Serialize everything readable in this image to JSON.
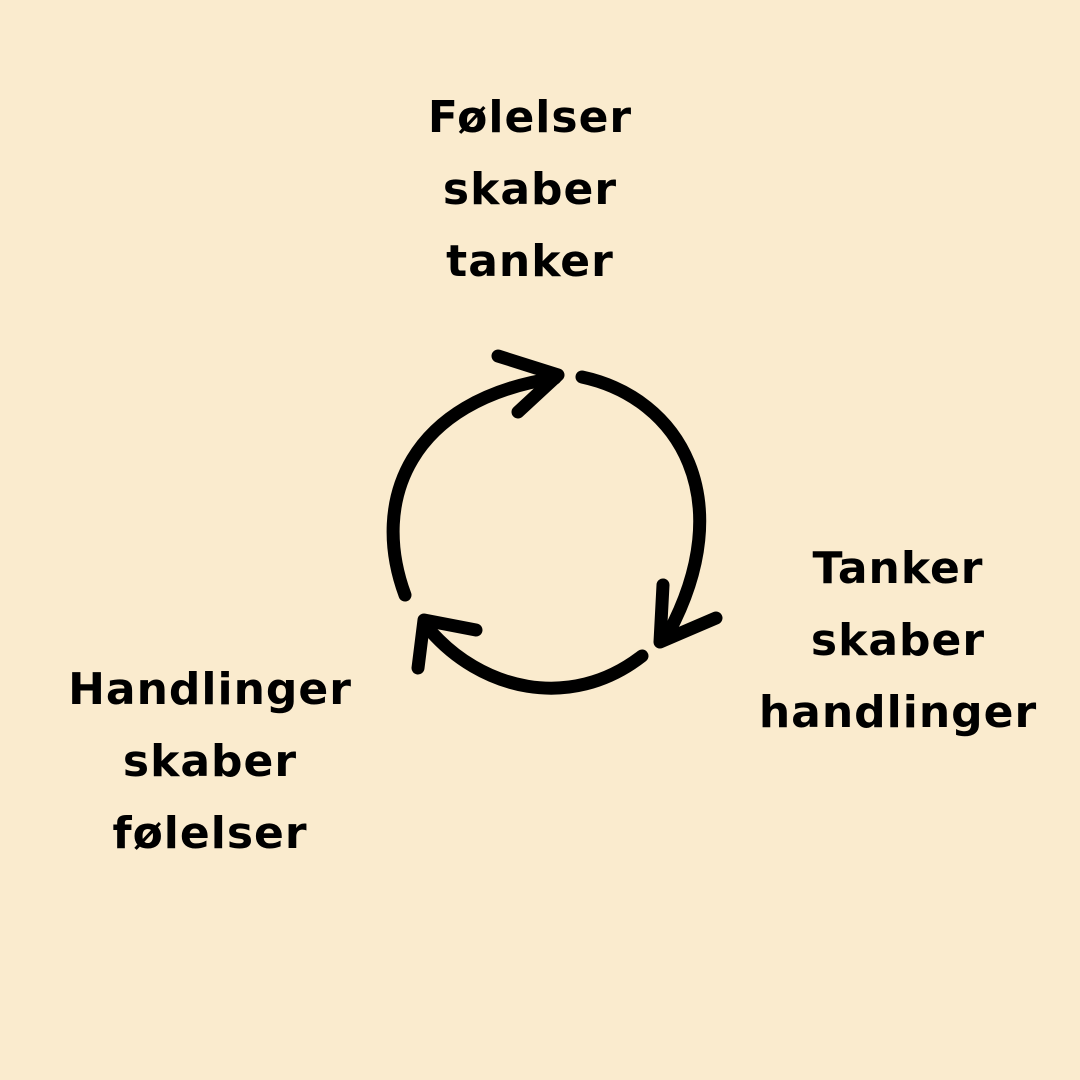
{
  "background_color": "#FAEBCE",
  "ink_color": "#000000",
  "labels": {
    "top": [
      "Følelser",
      "skaber",
      "tanker"
    ],
    "right": [
      "Tanker",
      "skaber",
      "handlinger"
    ],
    "left": [
      "Handlinger",
      "skaber",
      "følelser"
    ]
  },
  "icons": [
    "cycle-arrows-icon"
  ]
}
